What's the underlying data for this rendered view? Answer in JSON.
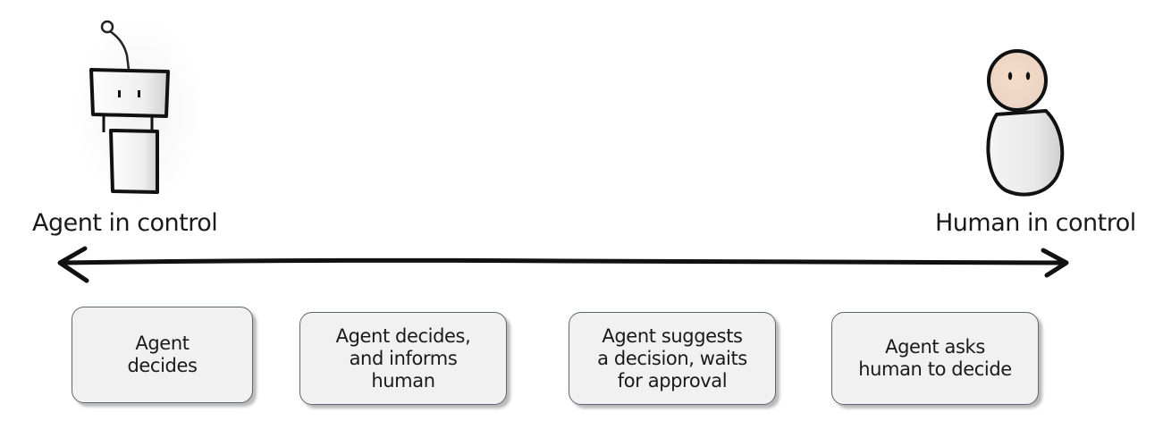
{
  "ends": {
    "left_label": "Agent in control",
    "right_label": "Human in control"
  },
  "figures": {
    "left": "robot-icon",
    "right": "human-icon"
  },
  "levels": [
    {
      "label": "Agent\ndecides"
    },
    {
      "label": "Agent decides,\nand informs\nhuman"
    },
    {
      "label": "Agent suggests\na decision, waits\nfor approval"
    },
    {
      "label": "Agent asks\nhuman to decide"
    }
  ],
  "colors": {
    "box_fill": "#f1f1f1",
    "box_border": "#5d6770",
    "ink": "#1a1a1a"
  }
}
